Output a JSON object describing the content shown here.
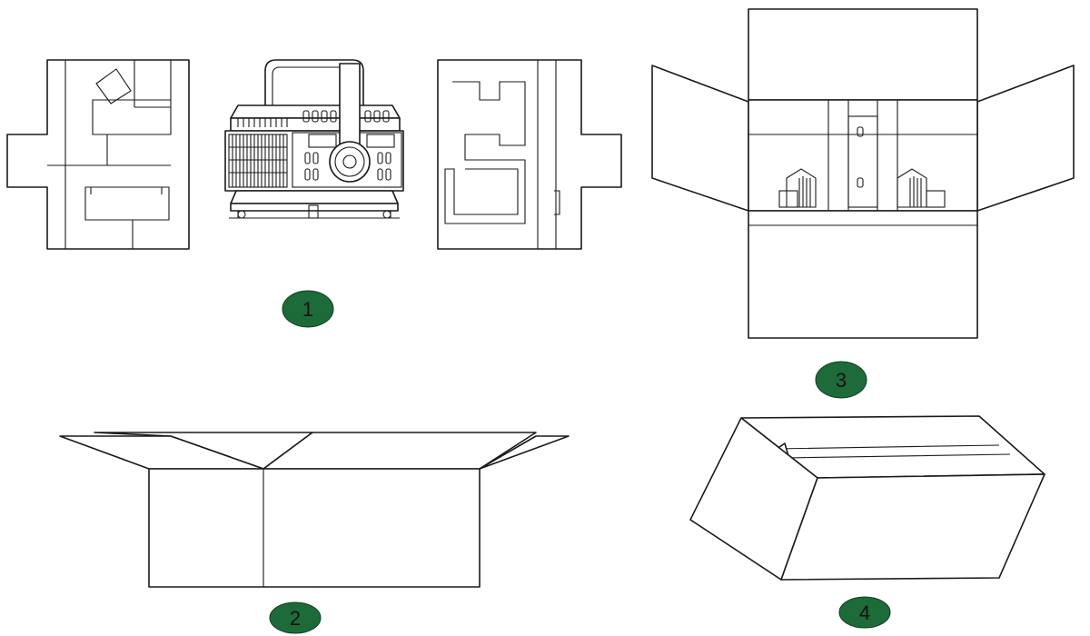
{
  "steps": [
    {
      "number": "1"
    },
    {
      "number": "2"
    },
    {
      "number": "3"
    },
    {
      "number": "4"
    }
  ],
  "colors": {
    "badge_fill": "#1e6b3a",
    "line": "#1a1a1a"
  }
}
